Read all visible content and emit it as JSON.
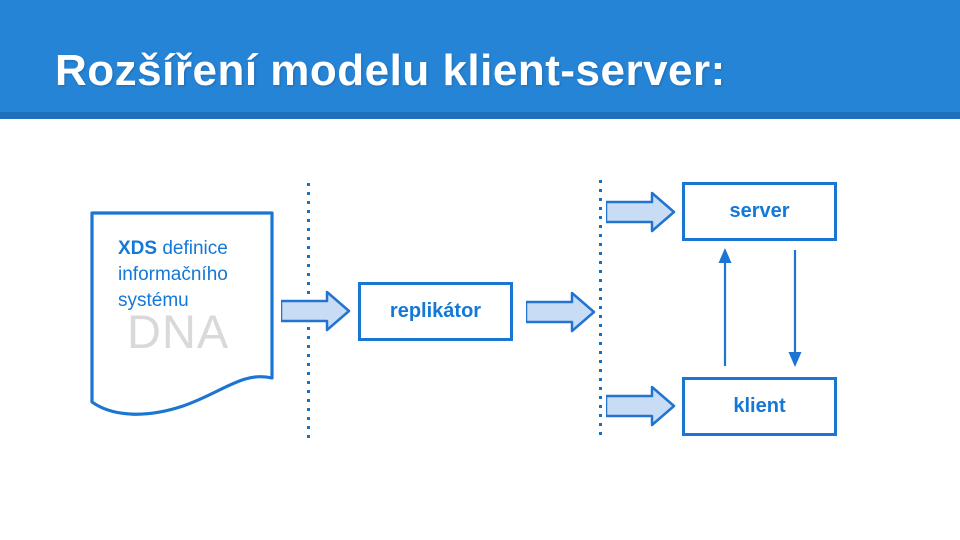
{
  "slide": {
    "title": "Rozšíření modelu klient-server:"
  },
  "diagram": {
    "document": {
      "line1_bold": "XDS",
      "line1_rest": " definice",
      "line2": "informačního",
      "line3": "systému",
      "watermark": "DNA"
    },
    "boxes": {
      "replicator": "replikátor",
      "server": "server",
      "client": "klient"
    }
  },
  "colors": {
    "header_bg": "#2584d6",
    "header_strip": "#1e6fbc",
    "outline_blue": "#1b75d2",
    "text_blue": "#1478d6",
    "arrow_fill": "#c9dcf5",
    "arrow_border": "#2274d0",
    "watermark_gray": "#d9d9d9"
  }
}
